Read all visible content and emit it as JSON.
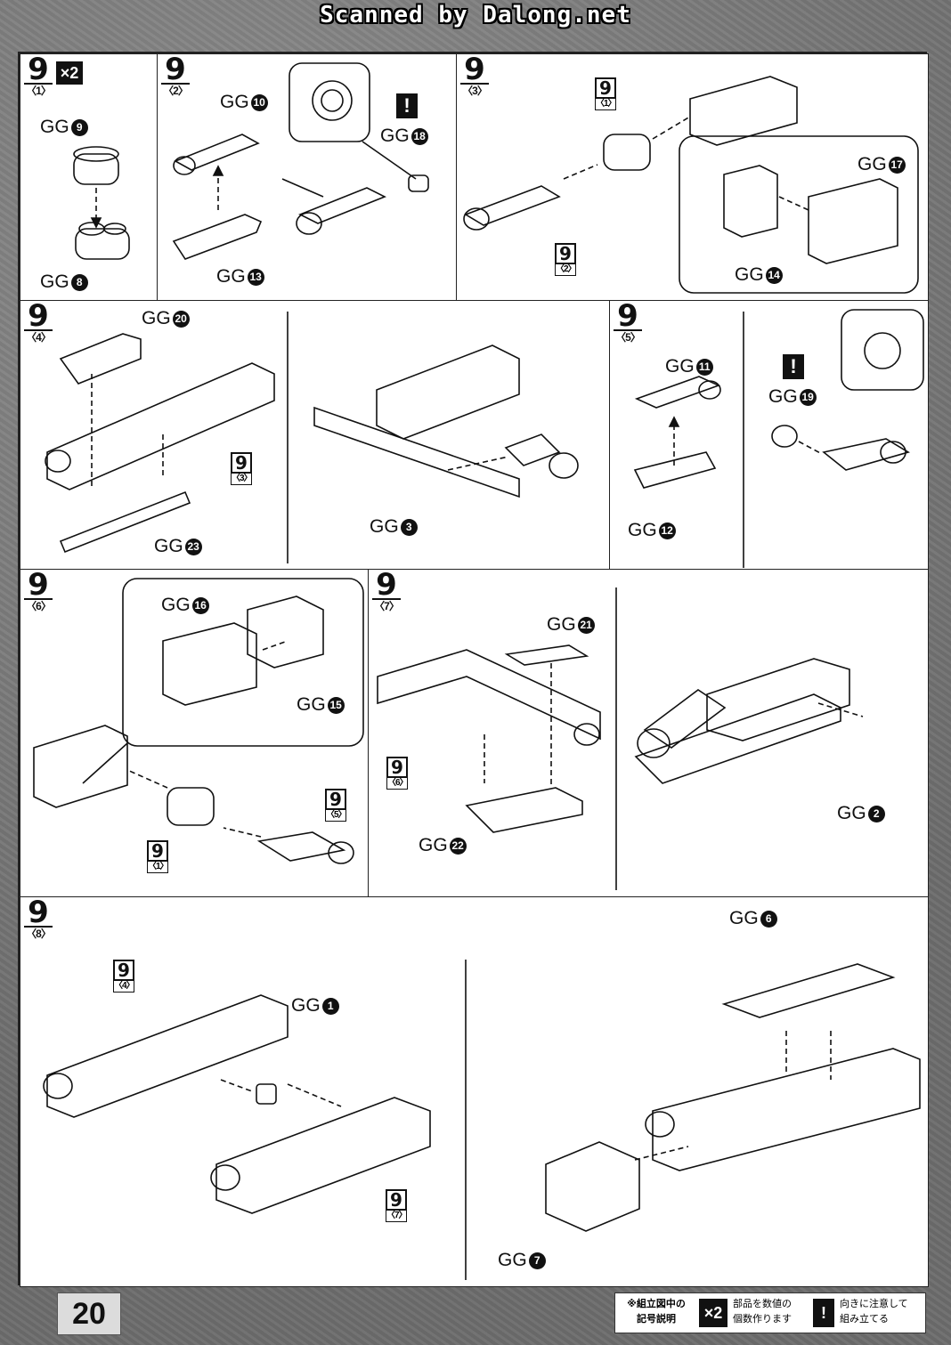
{
  "watermark": "Scanned by Dalong.net",
  "page_number": "20",
  "steps": {
    "s1": {
      "num": "9",
      "sub": "〈1〉",
      "multiplier": "×2",
      "parts": [
        "GG 9",
        "GG 8"
      ]
    },
    "s2": {
      "num": "9",
      "sub": "〈2〉",
      "parts": [
        "GG 10",
        "GG 13",
        "GG 18"
      ]
    },
    "s3": {
      "num": "9",
      "sub": "〈3〉",
      "ref_a": {
        "num": "9",
        "sub": "〈1〉"
      },
      "ref_b": {
        "num": "9",
        "sub": "〈2〉"
      },
      "parts": [
        "GG 17",
        "GG 14"
      ]
    },
    "s4": {
      "num": "9",
      "sub": "〈4〉",
      "ref_a": {
        "num": "9",
        "sub": "〈3〉"
      },
      "parts": [
        "GG 20",
        "GG 23",
        "GG 3"
      ]
    },
    "s5": {
      "num": "9",
      "sub": "〈5〉",
      "parts": [
        "GG 11",
        "GG 12",
        "GG 19"
      ]
    },
    "s6": {
      "num": "9",
      "sub": "〈6〉",
      "ref_a": {
        "num": "9",
        "sub": "〈5〉"
      },
      "ref_b": {
        "num": "9",
        "sub": "〈1〉"
      },
      "parts": [
        "GG 16",
        "GG 15"
      ]
    },
    "s7": {
      "num": "9",
      "sub": "〈7〉",
      "ref_a": {
        "num": "9",
        "sub": "〈6〉"
      },
      "parts": [
        "GG 21",
        "GG 22",
        "GG 2"
      ]
    },
    "s8": {
      "num": "9",
      "sub": "〈8〉",
      "ref_a": {
        "num": "9",
        "sub": "〈4〉"
      },
      "ref_b": {
        "num": "9",
        "sub": "〈7〉"
      },
      "parts": [
        "GG 1",
        "GG 6",
        "GG 7"
      ]
    }
  },
  "labels": {
    "gg": "GG",
    "p9": "9",
    "p8": "8",
    "p10": "10",
    "p13": "13",
    "p18": "18",
    "p17": "17",
    "p14": "14",
    "p20": "20",
    "p23": "23",
    "p3": "3",
    "p11": "11",
    "p12": "12",
    "p19": "19",
    "p16": "16",
    "p15": "15",
    "p21": "21",
    "p22": "22",
    "p2": "2",
    "p1": "1",
    "p6": "6",
    "p7": "7",
    "warn": "!"
  },
  "legend": {
    "title_line1": "※組立図中の",
    "title_line2": "記号説明",
    "x2_box": "×2",
    "x2_line1": "部品を数値の",
    "x2_line2": "個数作ります",
    "warn_box": "!",
    "warn_line1": "向きに注意して",
    "warn_line2": "組み立てる"
  }
}
